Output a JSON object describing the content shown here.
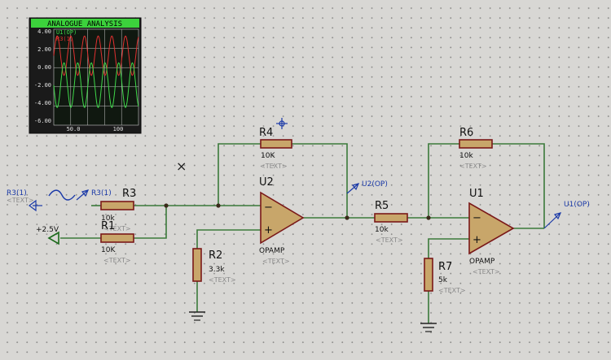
{
  "graph": {
    "title": "ANALOGUE ANALYSIS",
    "trace_u1": "U1(OP)",
    "trace_r3": "R3(1)",
    "y_ticks": [
      "4.00",
      "2.00",
      "0.00",
      "-2.00",
      "-4.00",
      "-6.00"
    ],
    "x_ticks": [
      "50.0",
      "100"
    ],
    "colors": {
      "trace_u1": "#3fd84a",
      "trace_r3": "#e03030",
      "background": "#101810"
    }
  },
  "generator": {
    "label": "R3(1)",
    "text": "<TEXT>",
    "arrow_label": "R3(1)"
  },
  "source": {
    "label": "+2.5V"
  },
  "components": {
    "R3": {
      "name": "R3",
      "value": "10k",
      "text": "<TEXT>"
    },
    "R1": {
      "name": "R1",
      "value": "10K",
      "text": "<TEXT>"
    },
    "R4": {
      "name": "R4",
      "value": "10K",
      "text": "<TEXT>"
    },
    "R2": {
      "name": "R2",
      "value": "3.3k",
      "text": "<TEXT>"
    },
    "U2": {
      "name": "U2",
      "type": "OPAMP",
      "text": "<TEXT>"
    },
    "R5": {
      "name": "R5",
      "value": "10k",
      "text": "<TEXT>"
    },
    "R6": {
      "name": "R6",
      "value": "10k",
      "text": "<TEXT>"
    },
    "U1": {
      "name": "U1",
      "type": "OPAMP",
      "text": "<TEXT>"
    },
    "R7": {
      "name": "R7",
      "value": "5k",
      "text": "<TEXT>"
    }
  },
  "probes": {
    "u2": "U2(OP)",
    "u1": "U1(OP)"
  },
  "opamp_pins": {
    "minus": "−",
    "plus": "+"
  },
  "marks": {
    "cross": "×"
  },
  "colors": {
    "wire": "#3a7a3a",
    "component": "#c8a66a",
    "outline": "#7a1818",
    "probe": "#1b3aa8"
  }
}
